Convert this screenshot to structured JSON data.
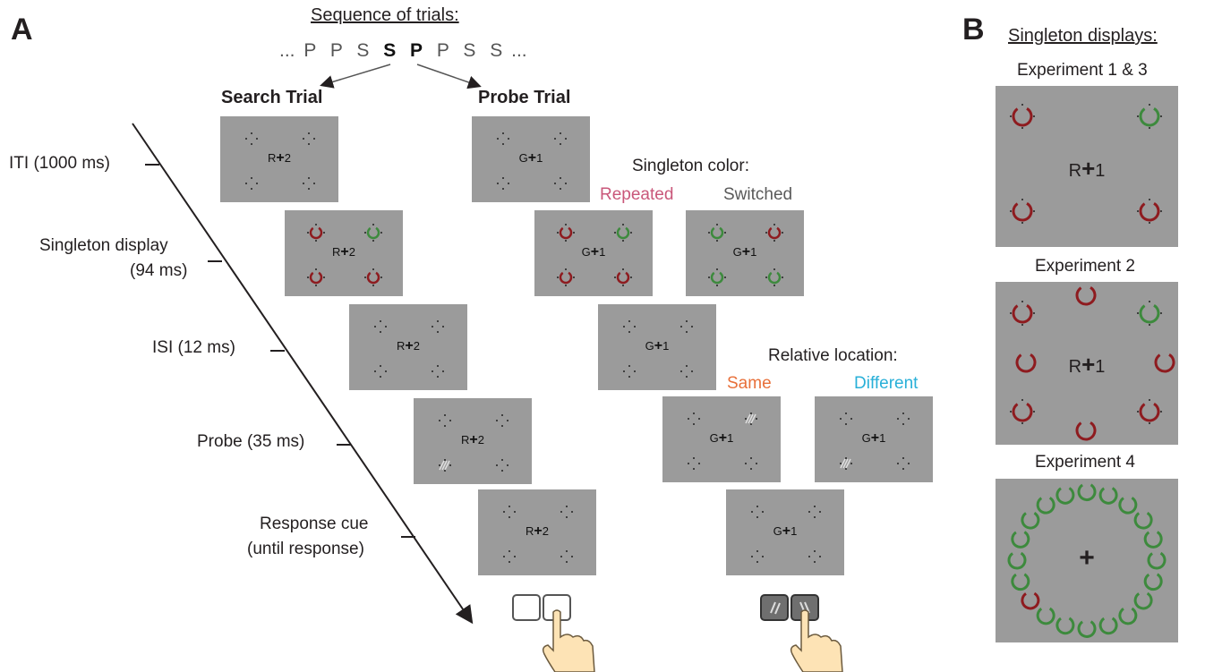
{
  "panel_a": {
    "letter": "A",
    "sequence_title": "Sequence of trials:",
    "sequence_prefix": "...",
    "sequence": [
      "P",
      "P",
      "S",
      "S",
      "P",
      "P",
      "S",
      "S"
    ],
    "sequence_suffix": "...",
    "search_trial": "Search Trial",
    "probe_trial": "Probe Trial",
    "timeline": {
      "iti": "ITI (1000 ms)",
      "singleton_line1": "Singleton display",
      "singleton_line2": "(94 ms)",
      "isi": "ISI (12 ms)",
      "probe": "Probe (35 ms)",
      "response_line1": "Response cue",
      "response_line2": "(until response)"
    },
    "search_cue": {
      "letter": "R",
      "digit": "2",
      "plus": "+"
    },
    "probe_cue": {
      "letter": "G",
      "digit": "1",
      "plus": "+"
    },
    "singleton_color": {
      "title": "Singleton color:",
      "repeated": "Repeated",
      "switched": "Switched"
    },
    "relative_location": {
      "title": "Relative location:",
      "same": "Same",
      "different": "Different"
    }
  },
  "panel_b": {
    "letter": "B",
    "title": "Singleton displays:",
    "exp13": "Experiment 1 & 3",
    "exp2": "Experiment 2",
    "exp4": "Experiment 4",
    "cue_letter": "R",
    "cue_digit": "1",
    "plus": "+"
  },
  "colors": {
    "red": "#8e1b1f",
    "green": "#3d8a3d",
    "repeated": "#c9577a",
    "switched": "#5a5a5a",
    "same": "#e8703a",
    "different": "#29b0d8",
    "screen": "#9b9b9b"
  },
  "icons": [
    "arrow-icon",
    "hand-pointer-icon",
    "ring-icon",
    "gabor-icon"
  ]
}
